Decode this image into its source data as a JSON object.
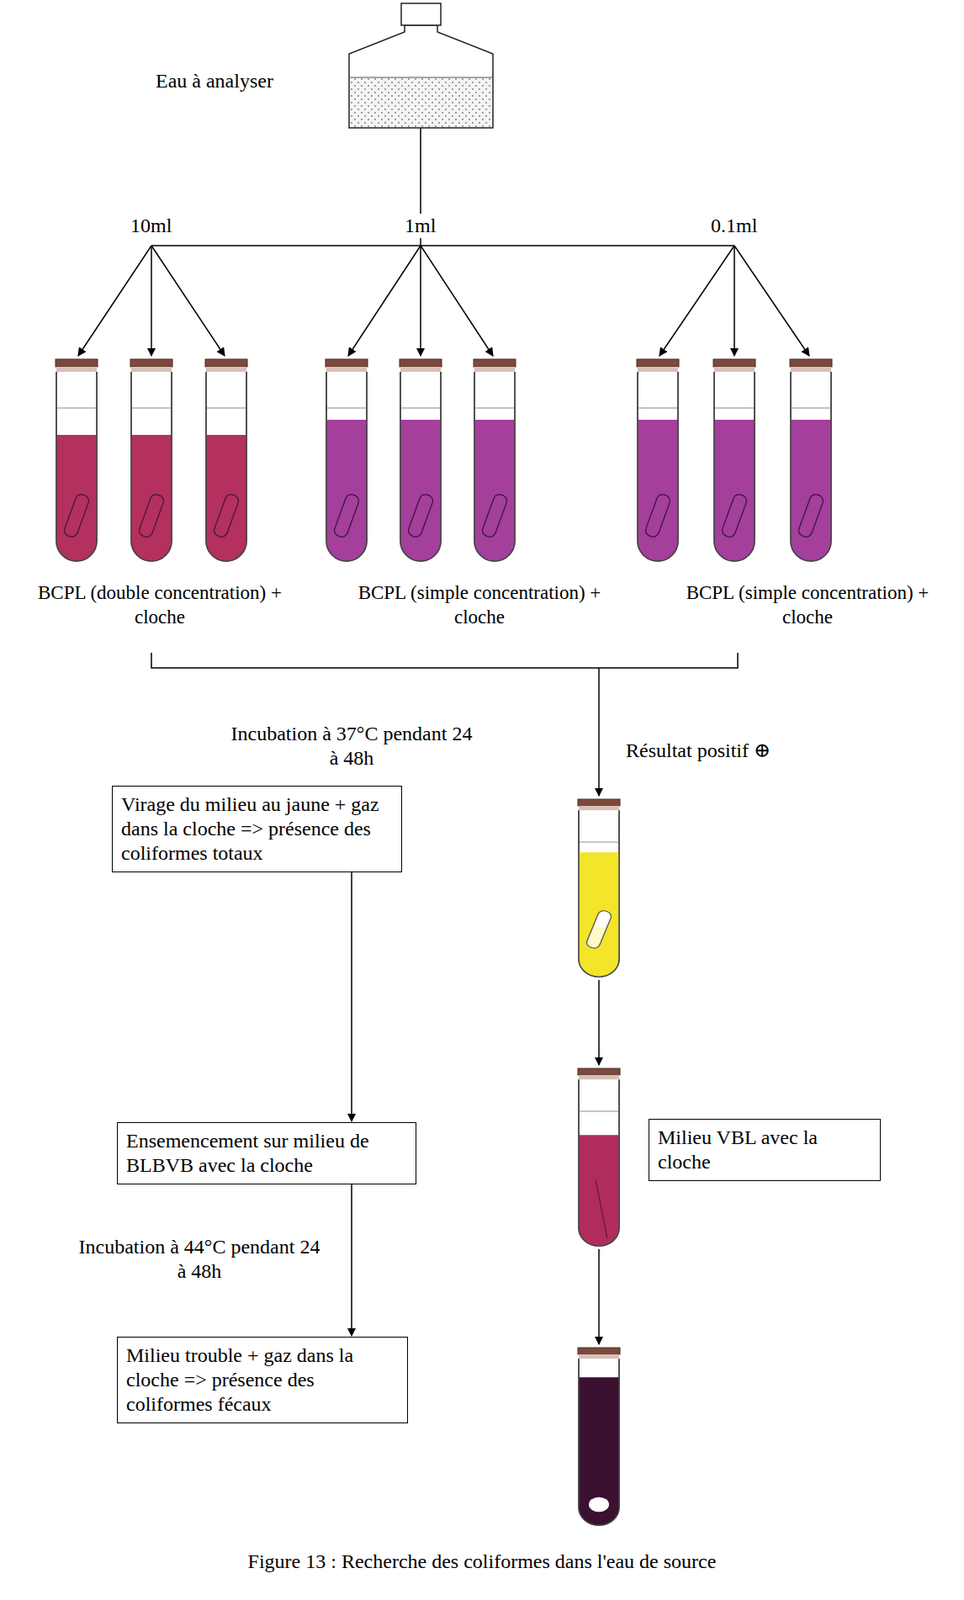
{
  "diagram": {
    "caption": "Figure 13 : Recherche des coliformes dans l'eau de source",
    "nodes": [
      {
        "text": [
          "Virage du milieu au jaune + gaz dans la cloche => présence des coliformes totaux"
        ]
      },
      {
        "text": [
          "Ensemencement sur milieu de BLBVB avec la cloche"
        ]
      },
      {
        "text": [
          "Milieu VBL avec la cloche"
        ]
      },
      {
        "text": [
          "Milieu trouble + gaz dans la cloche => présence des coliformes fécaux"
        ]
      }
    ],
    "edges": [
      {
        "from": 0,
        "to": 1,
        "arrow": "to"
      },
      {
        "from": 1,
        "to": 3,
        "arrow": "to"
      }
    ],
    "labels": [
      "Eau à analyser",
      "10ml",
      "1ml",
      "0.1ml",
      "BCPL (double concentration) + cloche",
      "BCPL (simple concentration) + cloche",
      "BCPL (simple concentration) + cloche",
      "Incubation à 37°C pendant 24 à 48h",
      "Résultat positif ⊕",
      "Incubation à 44°C pendant 24 à 48h"
    ]
  }
}
